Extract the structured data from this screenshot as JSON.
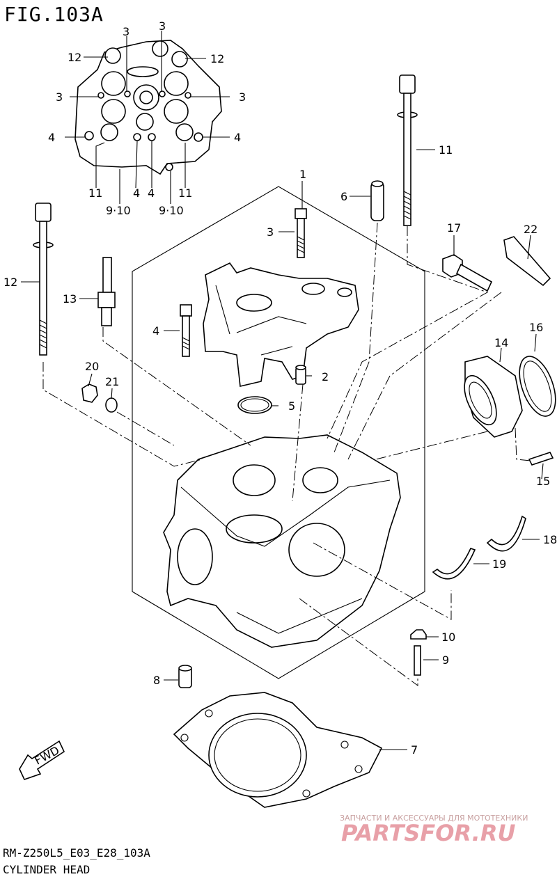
{
  "figure": {
    "title": "FIG.103A",
    "model_code": "RM-Z250L5_E03_E28_103A",
    "diagram_name": "CYLINDER HEAD"
  },
  "fwd_arrow": {
    "label": "FWD"
  },
  "watermark": {
    "tagline": "ЗАПЧАСТИ И АКСЕССУАРЫ ДЛЯ МОТОТЕХНИКИ",
    "brand": "PARTSFOR.RU"
  },
  "callouts": [
    {
      "id": "c1",
      "text": "1"
    },
    {
      "id": "c2",
      "text": "2"
    },
    {
      "id": "c3",
      "text": "3"
    },
    {
      "id": "c4",
      "text": "4"
    },
    {
      "id": "c5",
      "text": "5"
    },
    {
      "id": "c6",
      "text": "6"
    },
    {
      "id": "c7",
      "text": "7"
    },
    {
      "id": "c8",
      "text": "8"
    },
    {
      "id": "c9",
      "text": "9"
    },
    {
      "id": "c10",
      "text": "10"
    },
    {
      "id": "c11",
      "text": "11"
    },
    {
      "id": "c12",
      "text": "12"
    },
    {
      "id": "c13",
      "text": "13"
    },
    {
      "id": "c14",
      "text": "14"
    },
    {
      "id": "c15",
      "text": "15"
    },
    {
      "id": "c16",
      "text": "16"
    },
    {
      "id": "c17",
      "text": "17"
    },
    {
      "id": "c18",
      "text": "18"
    },
    {
      "id": "c19",
      "text": "19"
    },
    {
      "id": "c20",
      "text": "20"
    },
    {
      "id": "c21",
      "text": "21"
    },
    {
      "id": "c22",
      "text": "22"
    }
  ],
  "inset_callouts": [
    {
      "id": "i3a",
      "text": "3"
    },
    {
      "id": "i3b",
      "text": "3"
    },
    {
      "id": "i3c",
      "text": "3"
    },
    {
      "id": "i3d",
      "text": "3"
    },
    {
      "id": "i12a",
      "text": "12"
    },
    {
      "id": "i12b",
      "text": "12"
    },
    {
      "id": "i4a",
      "text": "4"
    },
    {
      "id": "i4b",
      "text": "4"
    },
    {
      "id": "i4c",
      "text": "4"
    },
    {
      "id": "i4d",
      "text": "4"
    },
    {
      "id": "i11a",
      "text": "11"
    },
    {
      "id": "i11b",
      "text": "11"
    },
    {
      "id": "i910a",
      "text": "9·10"
    },
    {
      "id": "i910b",
      "text": "9·10"
    }
  ],
  "colors": {
    "line": "#000000",
    "watermark_red": "#e8a0a8",
    "watermark_grey": "#c8a0a0"
  }
}
